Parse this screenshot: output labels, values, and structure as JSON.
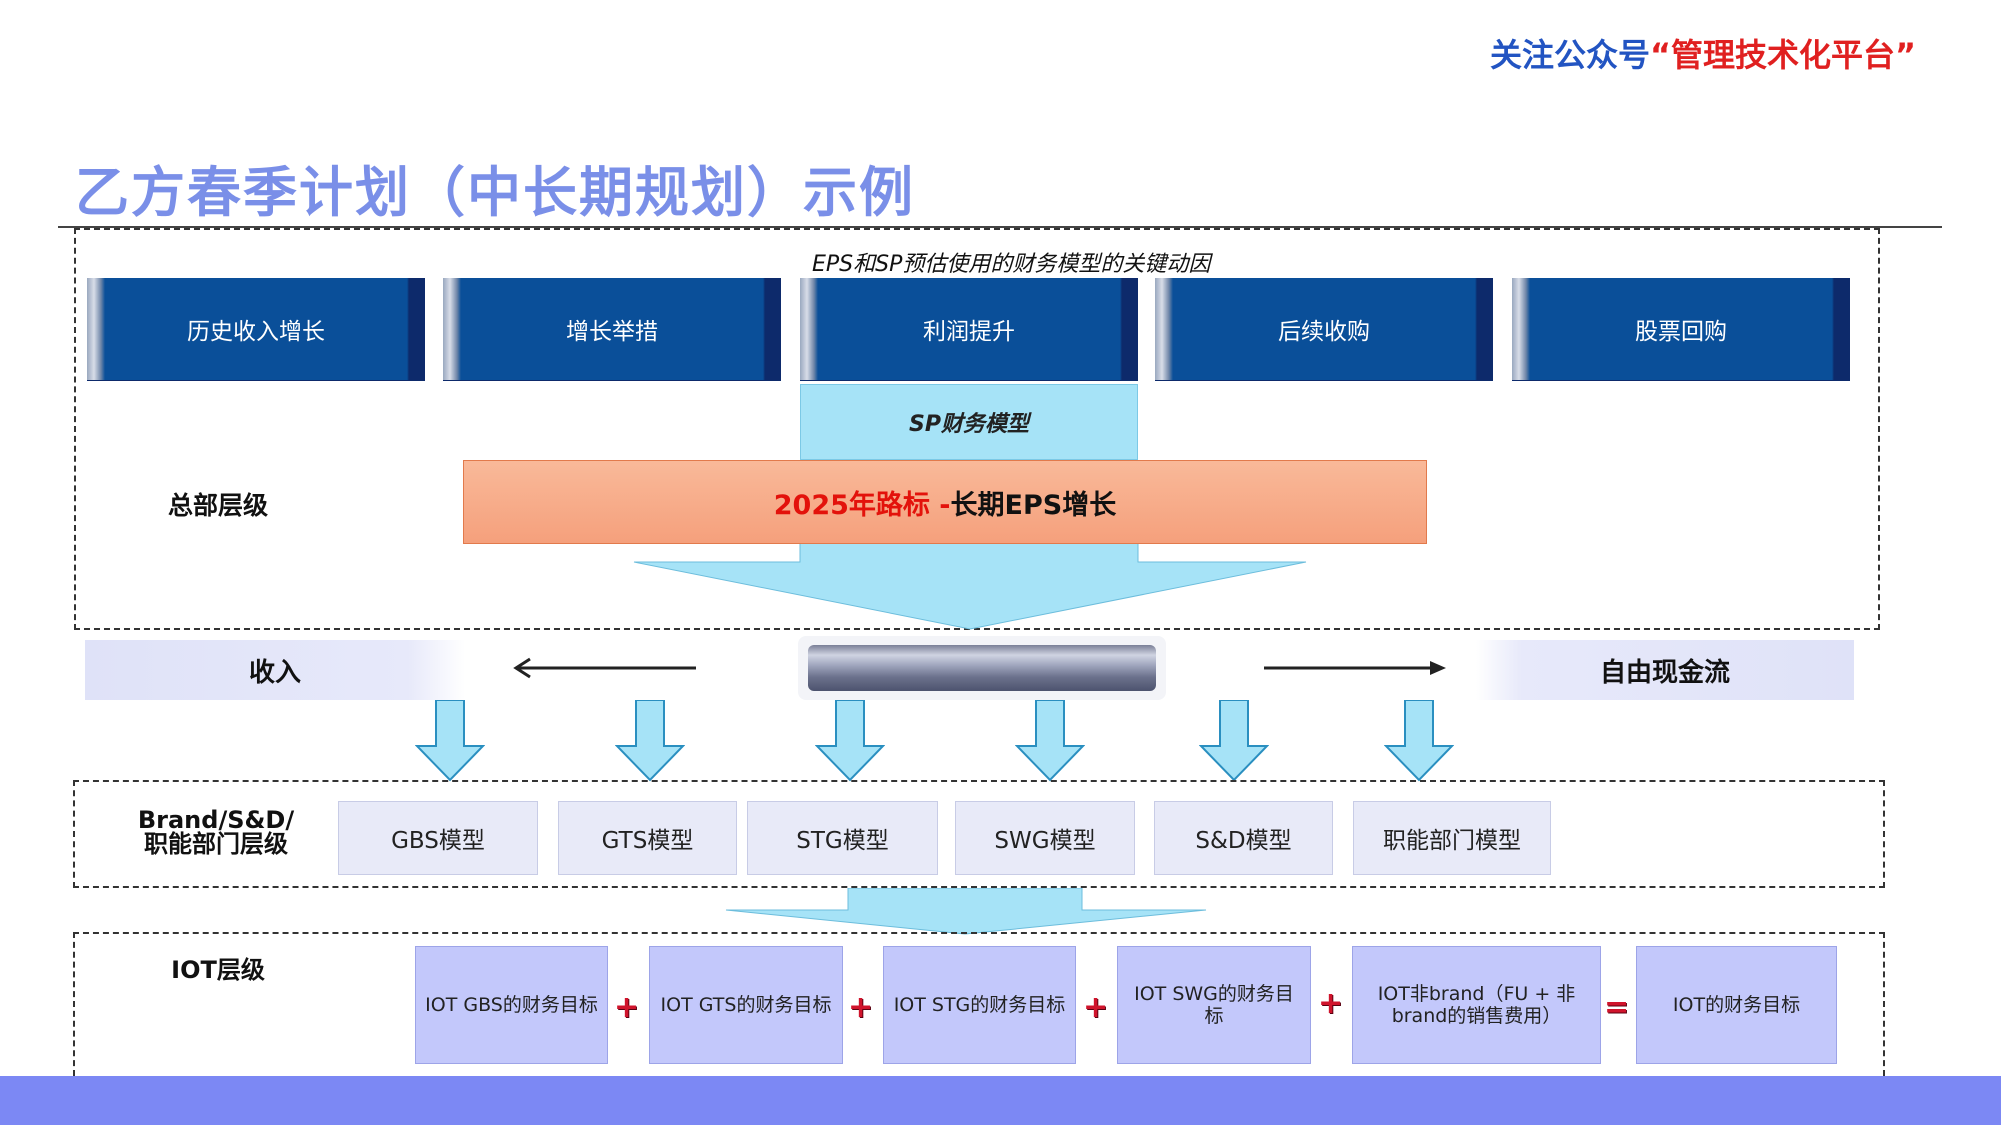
{
  "header": {
    "wechat_prefix": "关注公众号",
    "wechat_name": "“管理技术化平台”",
    "title": "乙方春季计划（中长期规划）示例"
  },
  "hq_section": {
    "subtitle": "EPS和SP预估使用的财务模型的关键动因",
    "drivers": [
      "历史收入增长",
      "增长举措",
      "利润提升",
      "后续收购",
      "股票回购"
    ],
    "sp_model": "SP财务模型",
    "level_label": "总部层级",
    "milestone_red": "2025年路标 - ",
    "milestone_dark": "长期EPS增长"
  },
  "flow": {
    "left_label": "收入",
    "right_label": "自由现金流"
  },
  "brand_section": {
    "level_label_line1": "Brand/S&D/",
    "level_label_line2": "职能部门层级",
    "models": [
      "GBS模型",
      "GTS模型",
      "STG模型",
      "SWG模型",
      "S&D模型",
      "职能部门模型"
    ]
  },
  "iot_section": {
    "level_label": "IOT层级",
    "targets": [
      "IOT GBS的财务目标",
      "IOT GTS的财务目标",
      "IOT STG的财务目标",
      "IOT SWG的财务目标",
      "IOT非brand（FU + 非brand的销售费用）"
    ],
    "result": "IOT的财务目标",
    "ops": [
      "+",
      "+",
      "+",
      "+",
      "="
    ]
  },
  "colors": {
    "title": "#7a8fe8",
    "driver_fill": "#0a4f99",
    "milestone_fill": "#f5a07c",
    "arrow_fill": "#a6e3f7",
    "iot_fill": "#c3c8fb",
    "bottom_bar": "#7c88f4"
  }
}
